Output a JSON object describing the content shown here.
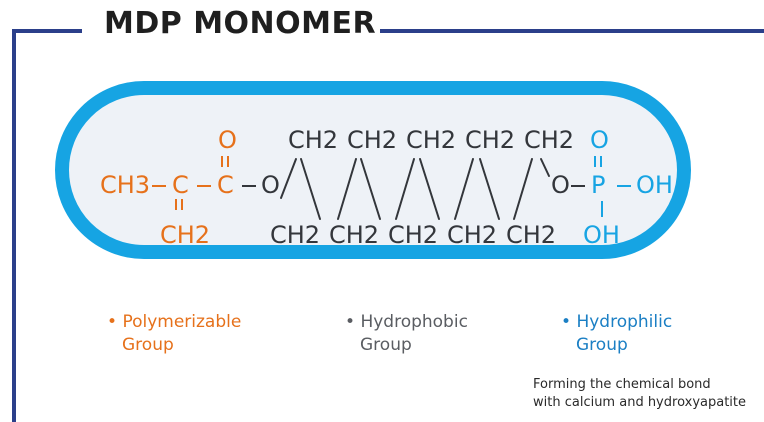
{
  "title": "MDP MONOMER",
  "colors": {
    "frame": "#2b3f8a",
    "pill_border": "#16a4e3",
    "pill_fill": "#eef2f7",
    "polymerizable": "#e6711b",
    "hydrophobic": "#5a5d62",
    "hydrophilic": "#1b7fc4",
    "phosphate": "#17a4e3"
  },
  "formula": {
    "methacrylate": {
      "ch3": "CH3",
      "c1": "C",
      "c2": "C",
      "carbonyl_o": "O",
      "ch2": "CH2"
    },
    "ester_o": "O",
    "chain_top": [
      "CH2",
      "CH2",
      "CH2",
      "CH2",
      "CH2"
    ],
    "chain_bottom": [
      "CH2",
      "CH2",
      "CH2",
      "CH2",
      "CH2"
    ],
    "phosphate": {
      "o_link": "O",
      "p": "P",
      "o_top": "O",
      "oh_right": "OH",
      "oh_bottom": "OH"
    }
  },
  "groups": [
    {
      "bullet": "•",
      "line1": "Polymerizable",
      "line2": "Group"
    },
    {
      "bullet": "•",
      "line1": "Hydrophobic",
      "line2": "Group"
    },
    {
      "bullet": "•",
      "line1": "Hydrophilic",
      "line2": "Group"
    }
  ],
  "note": {
    "line1": "Forming the chemical bond",
    "line2": "with calcium and hydroxyapatite"
  }
}
